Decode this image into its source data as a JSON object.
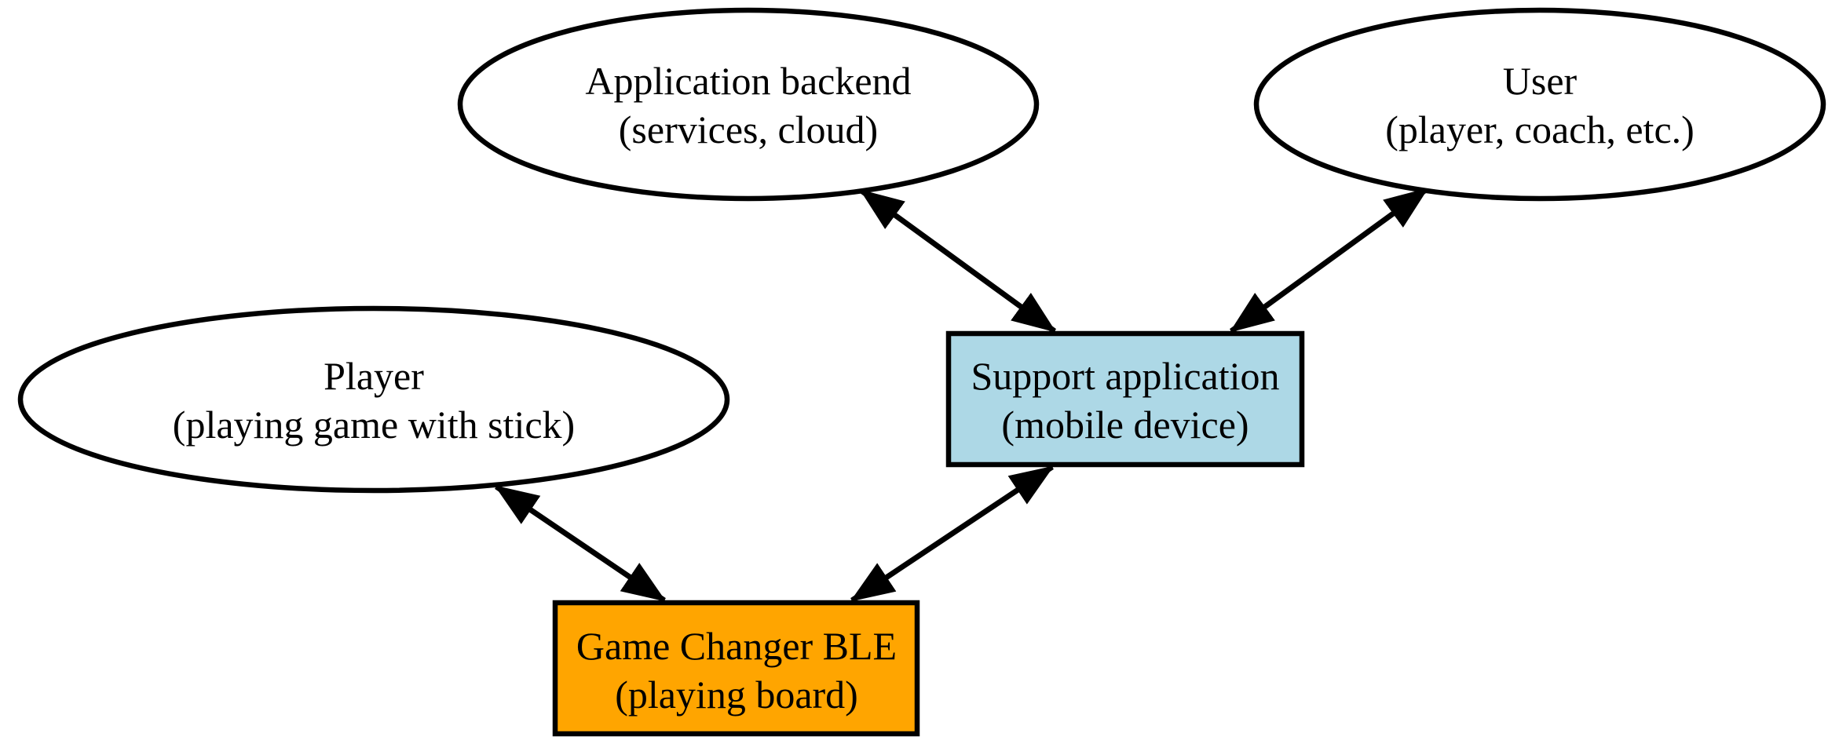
{
  "diagram": {
    "background_color": "#ffffff",
    "edge_color": "#000000",
    "nodes": [
      {
        "id": "application-backend",
        "shape": "ellipse",
        "line1": "Application backend",
        "line2": "(services, cloud)",
        "fill": "#ffffff",
        "stroke": "#000000"
      },
      {
        "id": "user",
        "shape": "ellipse",
        "line1": "User",
        "line2": "(player, coach, etc.)",
        "fill": "#ffffff",
        "stroke": "#000000"
      },
      {
        "id": "player",
        "shape": "ellipse",
        "line1": "Player",
        "line2": "(playing game with stick)",
        "fill": "#ffffff",
        "stroke": "#000000"
      },
      {
        "id": "support-application",
        "shape": "box",
        "line1": "Support application",
        "line2": "(mobile device)",
        "fill": "#ADD8E6",
        "stroke": "#000000"
      },
      {
        "id": "game-changer-ble",
        "shape": "box",
        "line1": "Game Changer BLE",
        "line2": "(playing board)",
        "fill": "#FFA500",
        "stroke": "#000000"
      }
    ],
    "edges": [
      {
        "from": "application-backend",
        "to": "support-application",
        "arrows": "both"
      },
      {
        "from": "user",
        "to": "support-application",
        "arrows": "both"
      },
      {
        "from": "player",
        "to": "game-changer-ble",
        "arrows": "both"
      },
      {
        "from": "game-changer-ble",
        "to": "support-application",
        "arrows": "both"
      }
    ]
  }
}
